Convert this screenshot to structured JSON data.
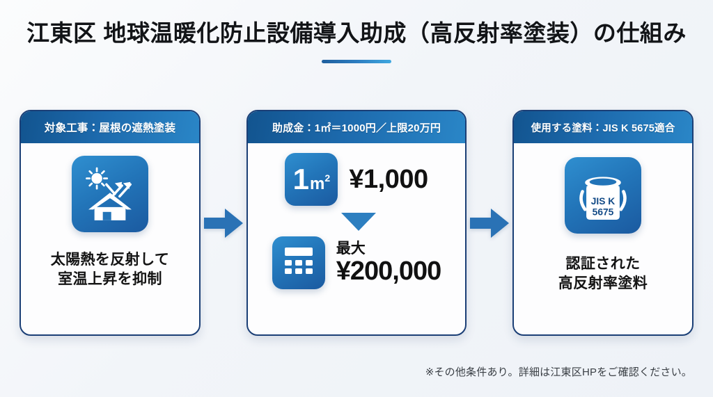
{
  "title": {
    "text": "江東区 地球温暖化防止設備導入助成（高反射率塗装）の仕組み"
  },
  "theme": {
    "accent": "#2a86c7",
    "accent_dark": "#12548f",
    "border": "#1b3f76",
    "background": "#f2f5f9",
    "text": "#111111"
  },
  "cards": [
    {
      "header": "対象工事：屋根の遮熱塗装",
      "icon": "sun-roof-reflection-icon",
      "caption_line1": "太陽熱を反射して",
      "caption_line2": "室温上昇を抑制"
    },
    {
      "header": "助成金：1㎡＝1000円／上限20万円",
      "unit_badge": {
        "number": "1",
        "unit": "m",
        "superscript": "2"
      },
      "amount_unit": "¥1,000",
      "max_label": "最大",
      "amount_max": "¥200,000",
      "calculator_icon": "calculator-icon",
      "arrow_down_icon": "triangle-down-icon"
    },
    {
      "header": "使用する塗料：JIS K 5675適合",
      "icon": "paint-can-icon",
      "can_label_line1": "JIS K",
      "can_label_line2": "5675",
      "caption_line1": "認証された",
      "caption_line2": "高反射率塗料"
    }
  ],
  "arrows": [
    {
      "name": "flow-arrow-1",
      "direction": "right"
    },
    {
      "name": "flow-arrow-2",
      "direction": "right"
    }
  ],
  "footnote": "※その他条件あり。詳細は江東区HPをご確認ください。"
}
